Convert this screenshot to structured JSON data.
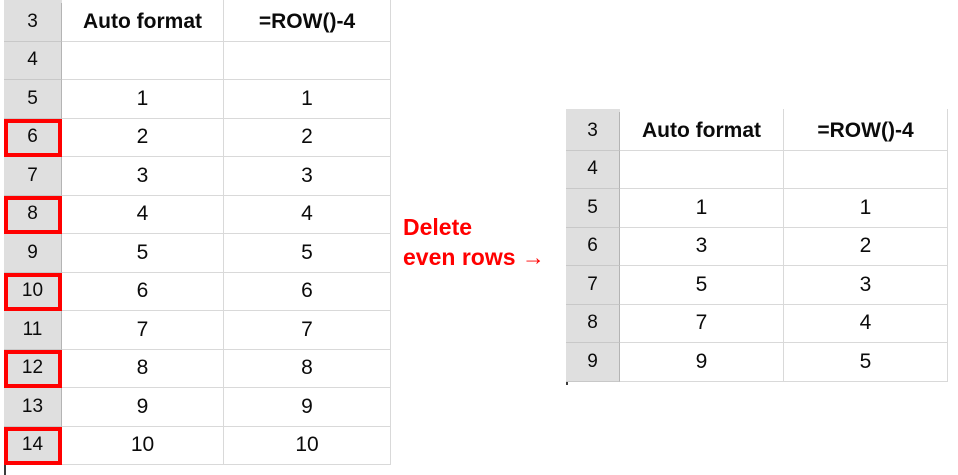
{
  "annotation": {
    "line1": "Delete",
    "line2": "even rows →",
    "color": "#ff0000"
  },
  "colors": {
    "row_header_bg": "#dfdfdf",
    "grid_line": "#d9d9d9",
    "header_divider": "#b4b4b4",
    "sheet_edge": "#3b3b3b",
    "highlight": "#ff0000",
    "text": "#0b0b0b"
  },
  "before_table": {
    "name": "before-deletion-spreadsheet",
    "columns": [
      "Auto format",
      "=ROW()-4"
    ],
    "row_numbers": [
      "3",
      "4",
      "5",
      "6",
      "7",
      "8",
      "9",
      "10",
      "11",
      "12",
      "13",
      "14"
    ],
    "rows": [
      {
        "row": "3",
        "auto_format": "Auto format",
        "row_formula": "=ROW()-4",
        "is_header": true,
        "highlighted": false
      },
      {
        "row": "4",
        "auto_format": "",
        "row_formula": "",
        "is_header": false,
        "highlighted": false
      },
      {
        "row": "5",
        "auto_format": "1",
        "row_formula": "1",
        "is_header": false,
        "highlighted": false
      },
      {
        "row": "6",
        "auto_format": "2",
        "row_formula": "2",
        "is_header": false,
        "highlighted": true
      },
      {
        "row": "7",
        "auto_format": "3",
        "row_formula": "3",
        "is_header": false,
        "highlighted": false
      },
      {
        "row": "8",
        "auto_format": "4",
        "row_formula": "4",
        "is_header": false,
        "highlighted": true
      },
      {
        "row": "9",
        "auto_format": "5",
        "row_formula": "5",
        "is_header": false,
        "highlighted": false
      },
      {
        "row": "10",
        "auto_format": "6",
        "row_formula": "6",
        "is_header": false,
        "highlighted": true
      },
      {
        "row": "11",
        "auto_format": "7",
        "row_formula": "7",
        "is_header": false,
        "highlighted": false
      },
      {
        "row": "12",
        "auto_format": "8",
        "row_formula": "8",
        "is_header": false,
        "highlighted": true
      },
      {
        "row": "13",
        "auto_format": "9",
        "row_formula": "9",
        "is_header": false,
        "highlighted": false
      },
      {
        "row": "14",
        "auto_format": "10",
        "row_formula": "10",
        "is_header": false,
        "highlighted": true
      }
    ]
  },
  "after_table": {
    "name": "after-deletion-spreadsheet",
    "columns": [
      "Auto format",
      "=ROW()-4"
    ],
    "row_numbers": [
      "3",
      "4",
      "5",
      "6",
      "7",
      "8",
      "9"
    ],
    "rows": [
      {
        "row": "3",
        "auto_format": "Auto format",
        "row_formula": "=ROW()-4",
        "is_header": true,
        "highlighted": false
      },
      {
        "row": "4",
        "auto_format": "",
        "row_formula": "",
        "is_header": false,
        "highlighted": false
      },
      {
        "row": "5",
        "auto_format": "1",
        "row_formula": "1",
        "is_header": false,
        "highlighted": false
      },
      {
        "row": "6",
        "auto_format": "3",
        "row_formula": "2",
        "is_header": false,
        "highlighted": false
      },
      {
        "row": "7",
        "auto_format": "5",
        "row_formula": "3",
        "is_header": false,
        "highlighted": false
      },
      {
        "row": "8",
        "auto_format": "7",
        "row_formula": "4",
        "is_header": false,
        "highlighted": false
      },
      {
        "row": "9",
        "auto_format": "9",
        "row_formula": "5",
        "is_header": false,
        "highlighted": false
      }
    ]
  }
}
